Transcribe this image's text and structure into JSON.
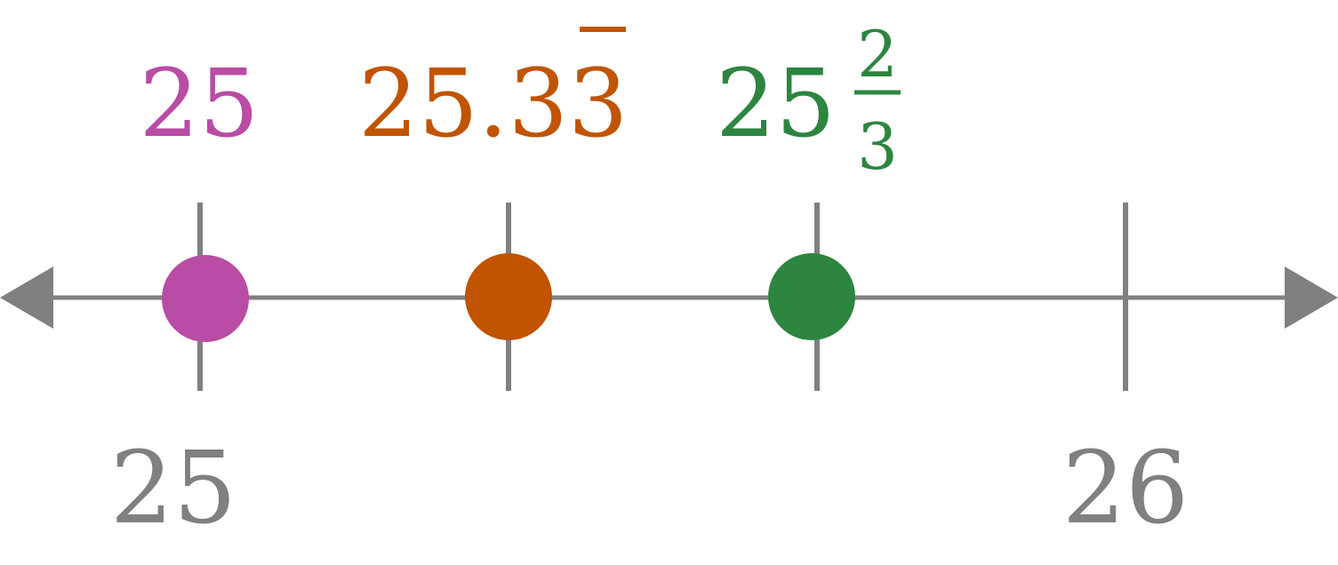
{
  "number_line": {
    "min": 25,
    "max": 26,
    "ticks": [
      {
        "value": 25,
        "label": "25"
      },
      {
        "value": 25.333333,
        "label": ""
      },
      {
        "value": 25.666667,
        "label": ""
      },
      {
        "value": 26,
        "label": "26"
      }
    ],
    "arrows": "both-ends",
    "colors": {
      "axis": "#808083",
      "pink": "#b94ca4",
      "orange": "#c05400",
      "green": "#2d8540"
    }
  },
  "points": [
    {
      "value": 25,
      "label": "25",
      "color": "#b94ca4"
    },
    {
      "value": 25.333333,
      "label_main": "25.3",
      "label_repeating": "3",
      "color": "#c05400"
    },
    {
      "value": 25.666667,
      "label_whole": "25",
      "label_numerator": "2",
      "label_denominator": "3",
      "color": "#2d8540"
    }
  ]
}
